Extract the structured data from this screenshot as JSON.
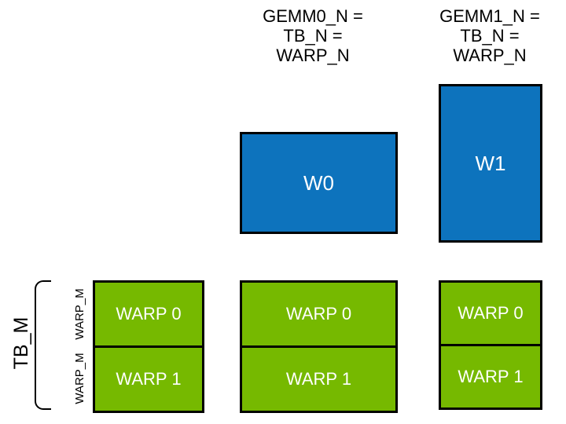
{
  "colors": {
    "blue": "#0D73BD",
    "green": "#76B900",
    "ink": "#000000",
    "box_text": "#FFFFFF",
    "background": "#FFFFFF"
  },
  "headers": [
    {
      "lines": [
        "GEMM0_N =",
        "TB_N =",
        "WARP_N"
      ]
    },
    {
      "lines": [
        "GEMM1_N =",
        "TB_N =",
        "WARP_N"
      ]
    }
  ],
  "warp_tiles": [
    {
      "label": "W0"
    },
    {
      "label": "W1"
    }
  ],
  "stacks": [
    {
      "rows": [
        "WARP 0",
        "WARP 1"
      ]
    },
    {
      "rows": [
        "WARP 0",
        "WARP 1"
      ]
    },
    {
      "rows": [
        "WARP 0",
        "WARP 1"
      ]
    }
  ],
  "side_labels": {
    "tb_m": "TB_M",
    "warp_m": [
      "WARP_M",
      "WARP_M"
    ]
  }
}
